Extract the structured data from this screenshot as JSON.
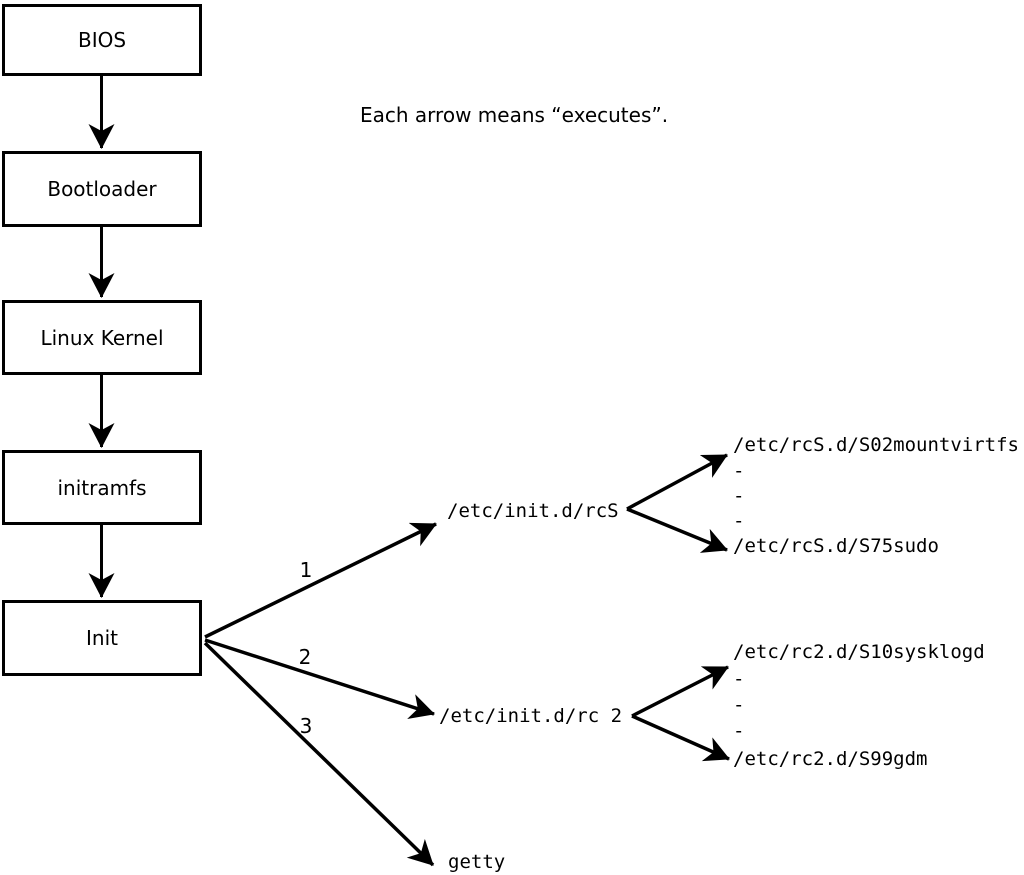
{
  "note": "Each arrow means “executes”.",
  "boxes": [
    "BIOS",
    "Bootloader",
    "Linux Kernel",
    "initramfs",
    "Init"
  ],
  "fan_labels": [
    "1",
    "2",
    "3"
  ],
  "level1": {
    "rcs": "/etc/init.d/rcS",
    "rc2": "/etc/init.d/rc 2",
    "getty": "getty"
  },
  "rcs_children": [
    "/etc/rcS.d/S02mountvirtfs",
    "-",
    "-",
    "-",
    "/etc/rcS.d/S75sudo"
  ],
  "rc2_children": [
    "/etc/rc2.d/S10sysklogd",
    "-",
    "-",
    "-",
    "/etc/rc2.d/S99gdm"
  ],
  "colors": {
    "line": "#000000",
    "box_fill": "#ffffff",
    "background": "#ffffff"
  }
}
